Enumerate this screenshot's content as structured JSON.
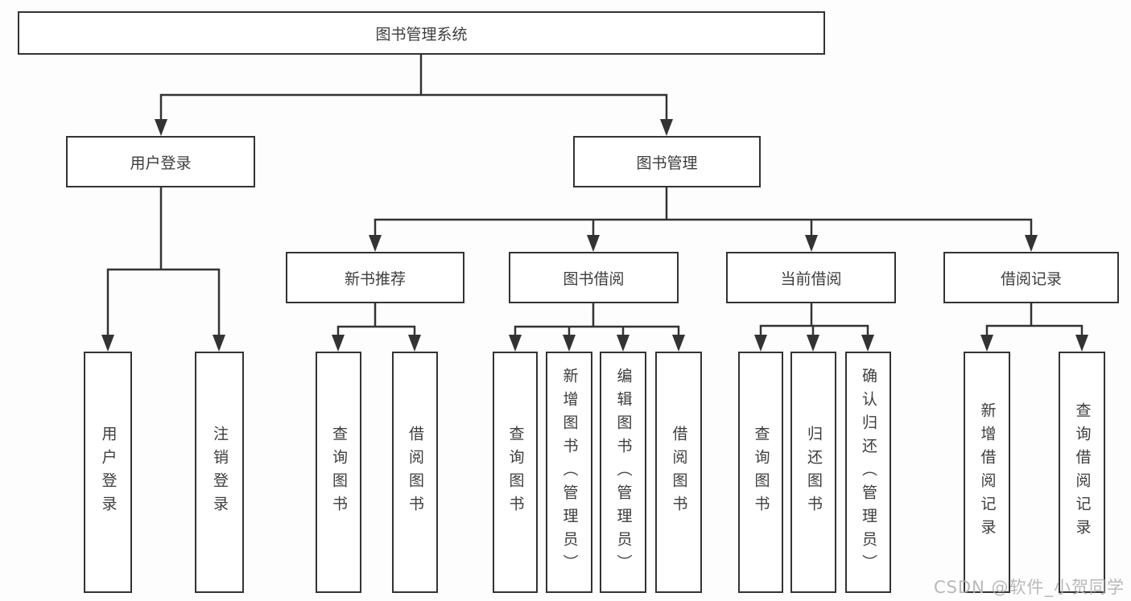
{
  "diagram_type": "hierarchy-tree",
  "colors": {
    "line": "#333333",
    "box_border": "#333333",
    "box_fill": "#ffffff",
    "text": "#3d3d3d",
    "watermark": "#b2b2b2",
    "background": "#fdfdfd"
  },
  "tree": {
    "label": "图书管理系统",
    "children": [
      {
        "label": "用户登录",
        "children": [
          {
            "label": "用户登录"
          },
          {
            "label": "注销登录"
          }
        ]
      },
      {
        "label": "图书管理",
        "children": [
          {
            "label": "新书推荐",
            "children": [
              {
                "label": "查询图书"
              },
              {
                "label": "借阅图书"
              }
            ]
          },
          {
            "label": "图书借阅",
            "children": [
              {
                "label": "查询图书"
              },
              {
                "label": "新增图书（管理员）"
              },
              {
                "label": "编辑图书（管理员）"
              },
              {
                "label": "借阅图书"
              }
            ]
          },
          {
            "label": "当前借阅",
            "children": [
              {
                "label": "查询图书"
              },
              {
                "label": "归还图书"
              },
              {
                "label": "确认归还（管理员）"
              }
            ]
          },
          {
            "label": "借阅记录",
            "children": [
              {
                "label": "新增借阅记录"
              },
              {
                "label": "查询借阅记录"
              }
            ]
          }
        ]
      }
    ]
  },
  "watermark": {
    "text": "CSDN @软件_小贺同学"
  }
}
